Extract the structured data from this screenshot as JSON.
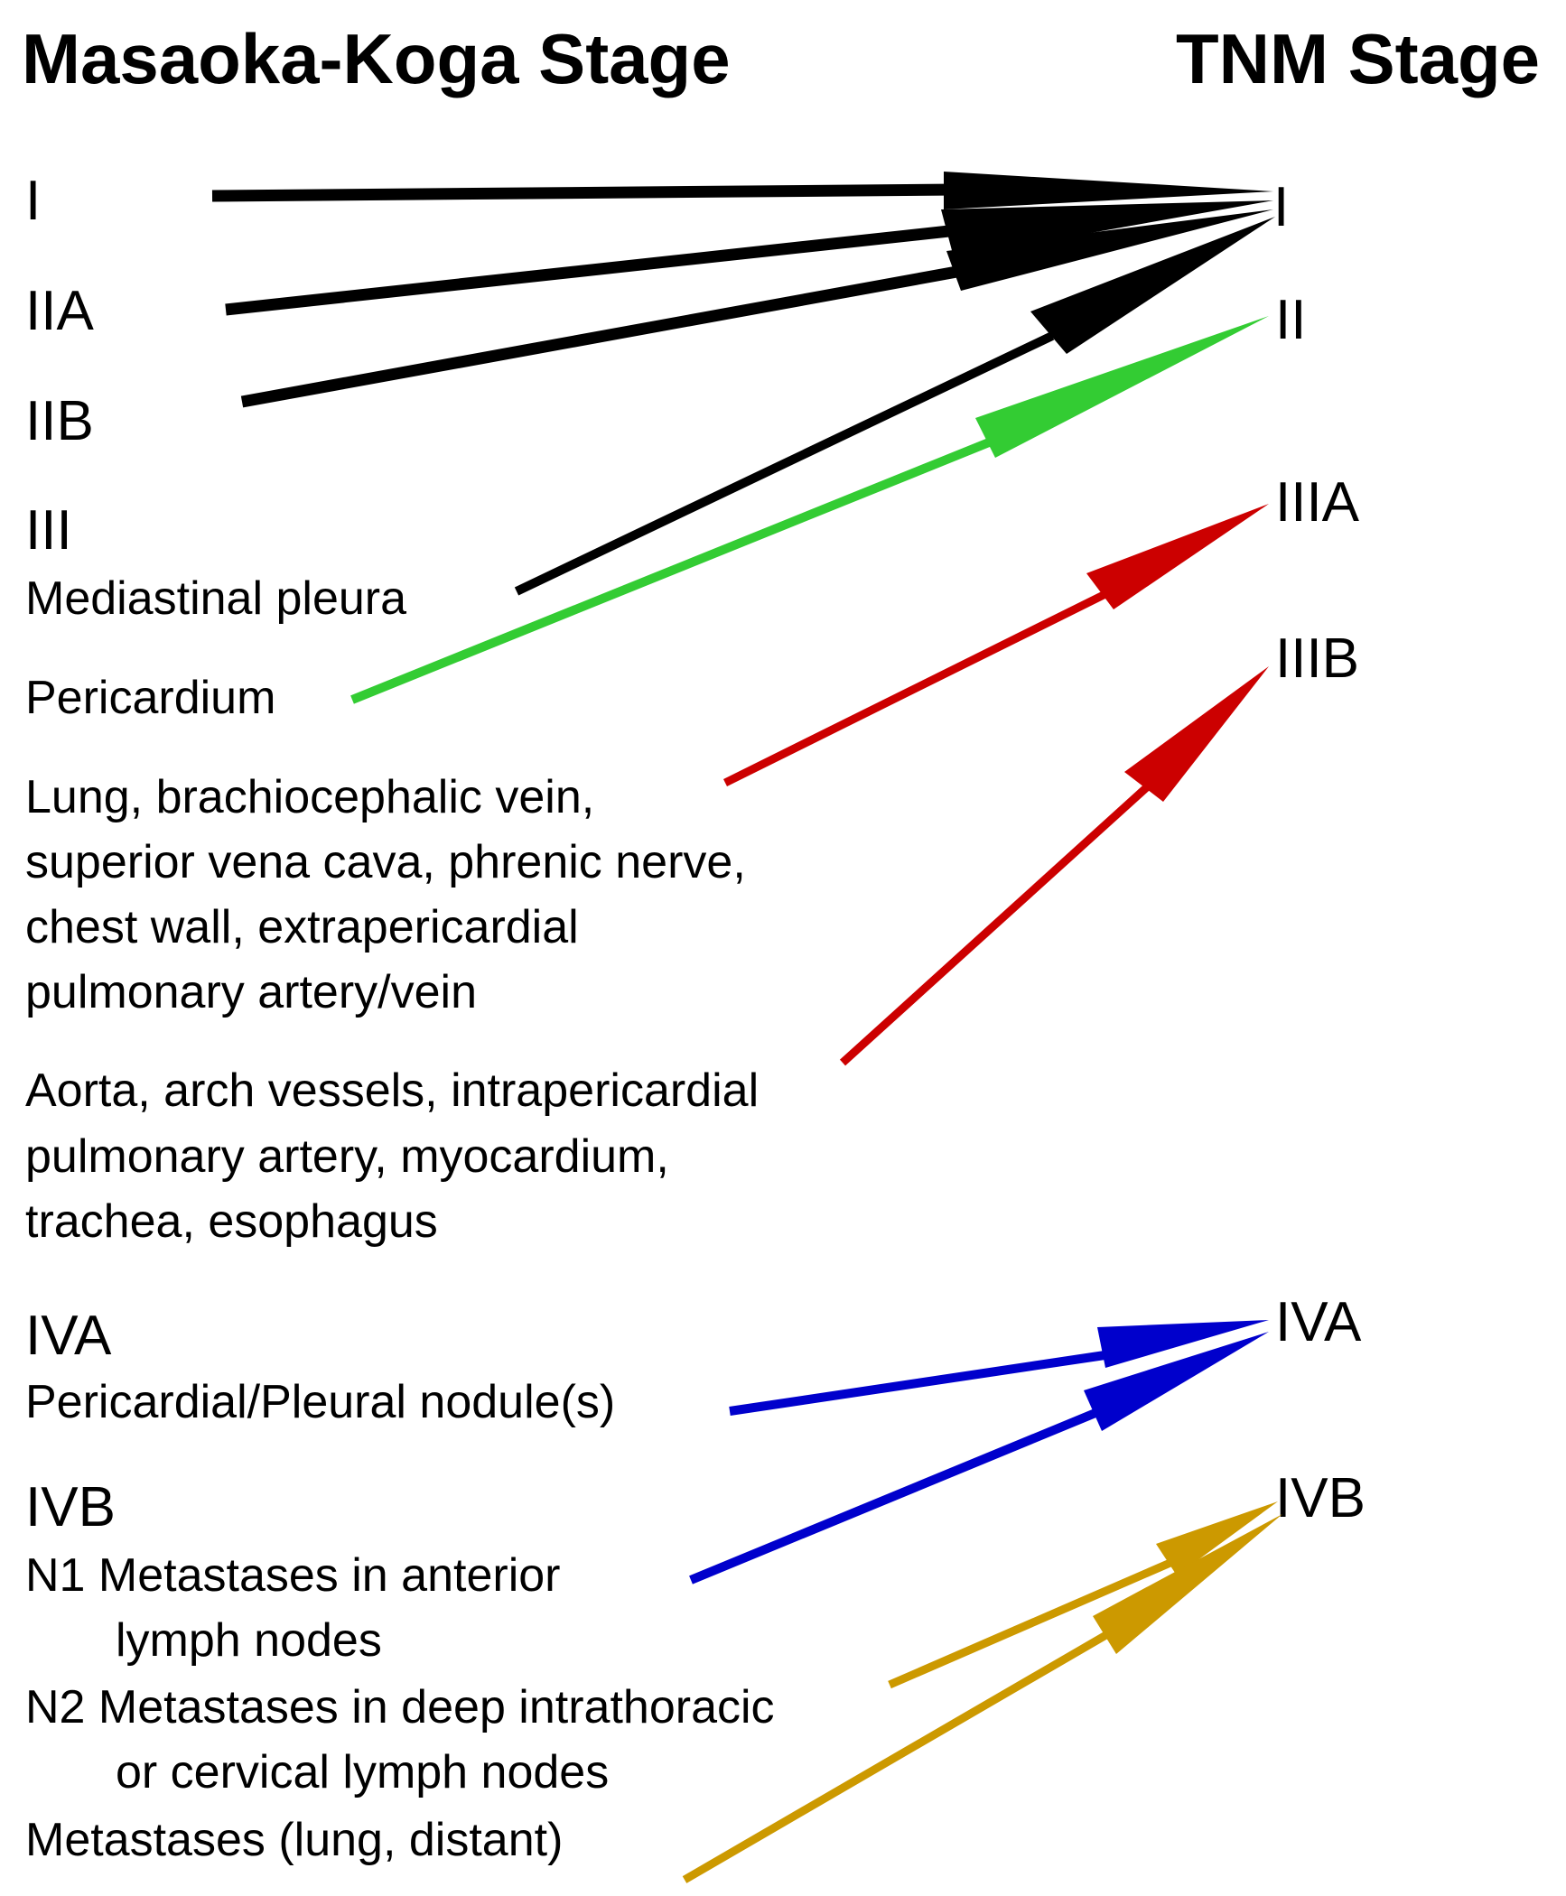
{
  "headers": {
    "left": "Masaoka-Koga Stage",
    "right": "TNM Stage"
  },
  "left_stages": {
    "I": "I",
    "IIA": "IIA",
    "IIB": "IIB",
    "III": "III",
    "IVA": "IVA",
    "IVB": "IVB"
  },
  "left_items": {
    "mediastinal_pleura": "Mediastinal pleura",
    "pericardium": "Pericardium",
    "lung_group": [
      "Lung, brachiocephalic vein,",
      "superior vena cava, phrenic nerve,",
      "chest wall, extrapericardial",
      "pulmonary artery/vein"
    ],
    "aorta_group": [
      "Aorta, arch vessels, intrapericardial",
      "pulmonary artery, myocardium,",
      "trachea, esophagus"
    ],
    "nodules": "Pericardial/Pleural nodule(s)",
    "n1": [
      "N1 Metastases in anterior",
      "lymph nodes"
    ],
    "n2": [
      "N2 Metastases in deep intrathoracic",
      "or cervical lymph nodes"
    ],
    "distant": "Metastases (lung, distant)"
  },
  "right_stages": {
    "I": "I",
    "II": "II",
    "IIIA": "IIIA",
    "IIIB": "IIIB",
    "IVA": "IVA",
    "IVB": "IVB"
  },
  "colors": {
    "text": "#000000",
    "to_I": "#000000",
    "to_II": "#33cc33",
    "to_III": "#cc0000",
    "to_IVA": "#0000cc",
    "to_IVB": "#cc9900"
  },
  "mappings": [
    {
      "from": "I",
      "to": "I"
    },
    {
      "from": "IIA",
      "to": "I"
    },
    {
      "from": "IIB",
      "to": "I"
    },
    {
      "from": "Mediastinal pleura",
      "to": "I"
    },
    {
      "from": "Pericardium",
      "to": "II"
    },
    {
      "from": "Lung, brachiocephalic vein, superior vena cava, phrenic nerve, chest wall, extrapericardial pulmonary artery/vein",
      "to": "IIIA"
    },
    {
      "from": "Aorta, arch vessels, intrapericardial pulmonary artery, myocardium, trachea, esophagus",
      "to": "IIIB"
    },
    {
      "from": "Pericardial/Pleural nodule(s)",
      "to": "IVA"
    },
    {
      "from": "N1 Metastases in anterior lymph nodes",
      "to": "IVA"
    },
    {
      "from": "N2 Metastases in deep intrathoracic or cervical lymph nodes",
      "to": "IVB"
    },
    {
      "from": "Metastases (lung, distant)",
      "to": "IVB"
    }
  ]
}
